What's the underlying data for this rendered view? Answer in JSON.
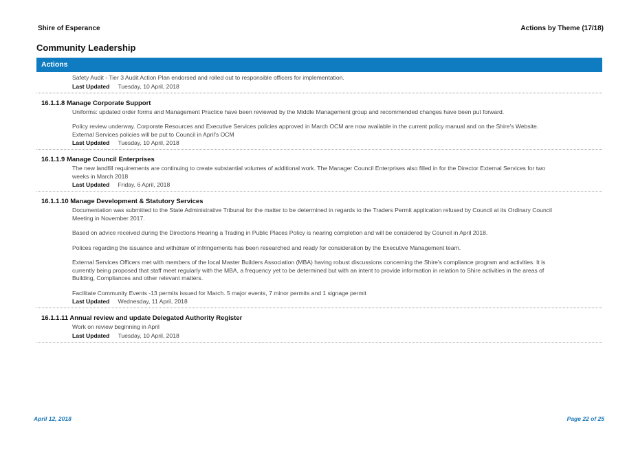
{
  "header": {
    "organisation": "Shire of Esperance",
    "report_title": "Actions by Theme  (17/18)"
  },
  "section_title": "Community Leadership",
  "actions_bar_label": "Actions",
  "last_updated_label": "Last Updated",
  "items": [
    {
      "title": "",
      "paragraphs": [
        "Safety Audit - Tier 3 Audit Action Plan endorsed and rolled out to responsible officers for implementation."
      ],
      "last_updated": "Tuesday, 10 April, 2018"
    },
    {
      "title": "16.1.1.8  Manage Corporate Support",
      "paragraphs": [
        "Uniforms: updated order forms and Management Practice have been reviewed by the Middle Management group and recommended changes have been put forward.",
        "Policy review underway. Corporate Resources and Executive Services policies approved in March OCM are now available in the current policy manual and on the Shire's Website. External Services policies will be put to Council in April's OCM"
      ],
      "last_updated": "Tuesday, 10 April, 2018"
    },
    {
      "title": "16.1.1.9  Manage Council Enterprises",
      "paragraphs": [
        "The new landfill requirements are continuing to create substantial volumes of additional work.  The Manager Council Enterprises also filled in for the Director External Services for two weeks in March 2018"
      ],
      "last_updated": "Friday, 6 April, 2018"
    },
    {
      "title": "16.1.1.10  Manage Development & Statutory Services",
      "paragraphs": [
        "Documentation was submitted to the State Administrative Tribunal for the matter to be determined in regards to the Traders Permit application refused by Council at its Ordinary Council Meeting in November 2017.",
        "Based on advice received during the Directions Hearing a Trading in Public Places Policy is nearing completion and will be considered by Council in April 2018.",
        "Polices regarding the issuance and withdraw of infringements has been researched and ready for consideration by the Executive Management team.",
        "External Services Officers met with members of the local Master Builders Association (MBA) having robust discussions concerning the Shire's compliance program and activities. It is currently being proposed that staff meet regularly with the MBA, a frequency yet to be determined but with an intent to provide information in relation to Shire activities in the areas of Building, Compliances and other relevant matters.",
        "Facilitate Community Events -13 permits issued for March. 5 major events, 7 minor permits and 1 signage permit"
      ],
      "last_updated": "Wednesday, 11 April, 2018"
    },
    {
      "title": "16.1.1.11  Annual review and update Delegated Authority Register",
      "paragraphs": [
        "Work on review beginning in April"
      ],
      "last_updated": "Tuesday, 10 April, 2018"
    }
  ],
  "footer": {
    "date": "April 12, 2018",
    "page": "Page 22 of 25"
  }
}
